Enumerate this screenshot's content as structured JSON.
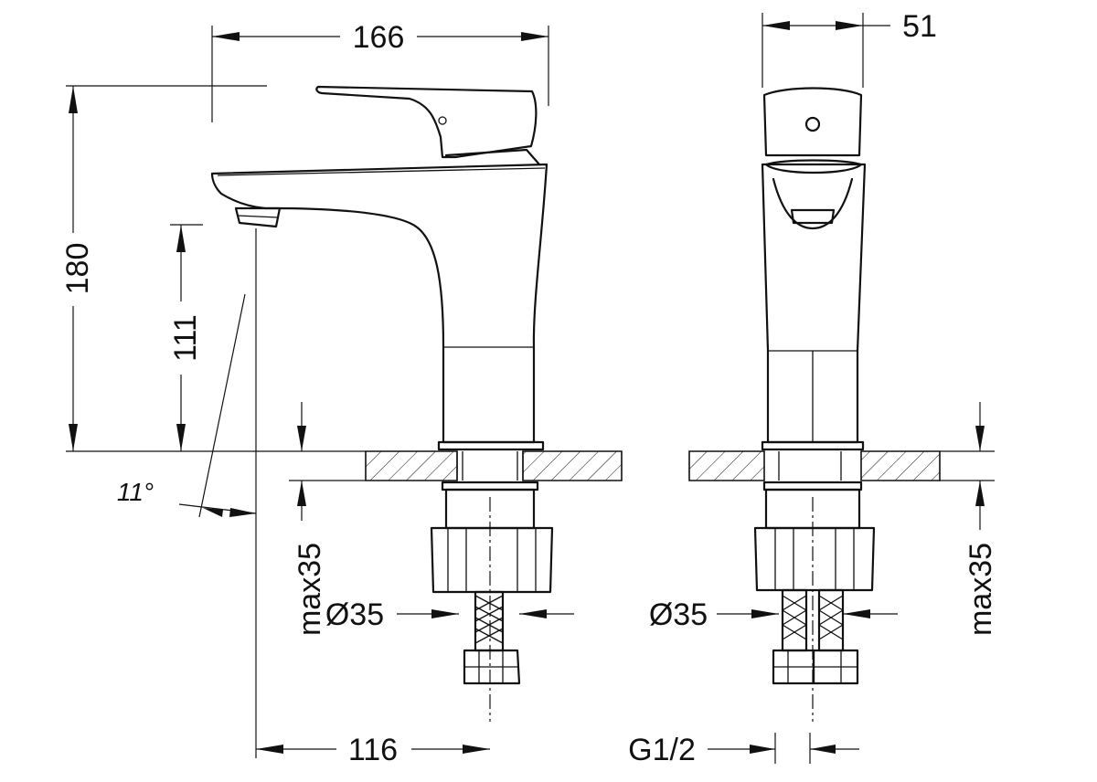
{
  "drawing": {
    "dimensions": {
      "total_width": "166",
      "body_depth": "51",
      "total_height": "180",
      "spout_height": "111",
      "angle": "11°",
      "mount_thickness_left": "max35",
      "mount_thickness_right": "max35",
      "hole_diameter_left": "Ø35",
      "hole_diameter_right": "Ø35",
      "spout_reach": "116",
      "connection_thread": "G1/2"
    }
  }
}
